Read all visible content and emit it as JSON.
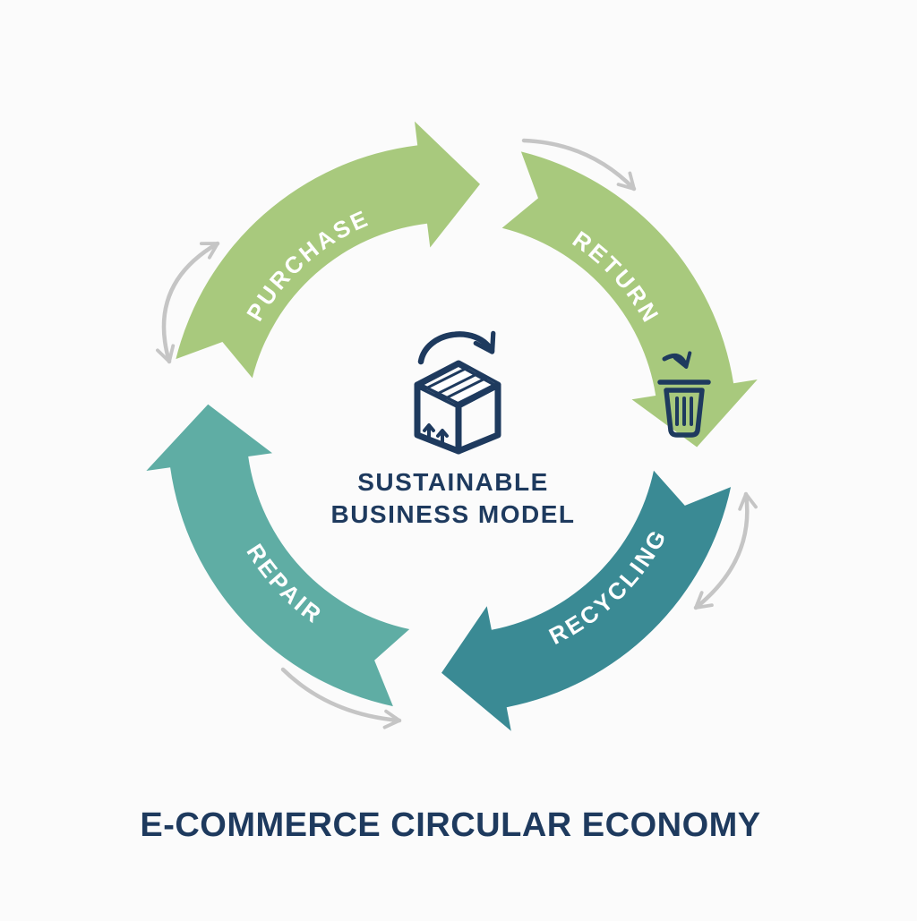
{
  "title": {
    "text": "E-COMMERCE CIRCULAR ECONOMY"
  },
  "center": {
    "label_line1": "SUSTAINABLE",
    "label_line2": "BUSINESS MODEL",
    "icons": [
      "package-box-icon",
      "rotation-arrow-icon"
    ]
  },
  "cycle": {
    "direction": "clockwise",
    "segments": [
      {
        "id": "purchase",
        "label": "PURCHASE",
        "color": "#a8c97d",
        "label_color": "#ffffff",
        "position": "top-left",
        "tail_angle": 284,
        "head_angle": 353,
        "flip_label": false
      },
      {
        "id": "return",
        "label": "RETURN",
        "color": "#a8c97d",
        "label_color": "#ffffff",
        "position": "top-right",
        "tail_angle": 14,
        "head_angle": 81,
        "flip_label": false
      },
      {
        "id": "recycling",
        "label": "RECYCLING",
        "color": "#3a8a94",
        "label_color": "#ffffff",
        "position": "bottom-right",
        "tail_angle": 102,
        "head_angle": 169,
        "flip_label": true
      },
      {
        "id": "repair",
        "label": "REPAIR",
        "color": "#5fada4",
        "label_color": "#ffffff",
        "position": "bottom-left",
        "tail_angle": 192,
        "head_angle": 262,
        "flip_label": true
      }
    ]
  },
  "annotations": {
    "trash_icon": "trash-bin-icon",
    "flow_hint_arrows": [
      "outer-left-double-arrow",
      "outer-top-right-arrow",
      "outer-right-double-arrow",
      "outer-bottom-arrow"
    ]
  },
  "palette": {
    "navy": "#1e3a5e",
    "light_green": "#a8c97d",
    "teal_dark": "#3a8a94",
    "teal_medium": "#5fada4",
    "gray_arrow": "#c5c5c5",
    "box_green": "#a9c97e",
    "background": "#fbfbfb",
    "white": "#ffffff"
  }
}
